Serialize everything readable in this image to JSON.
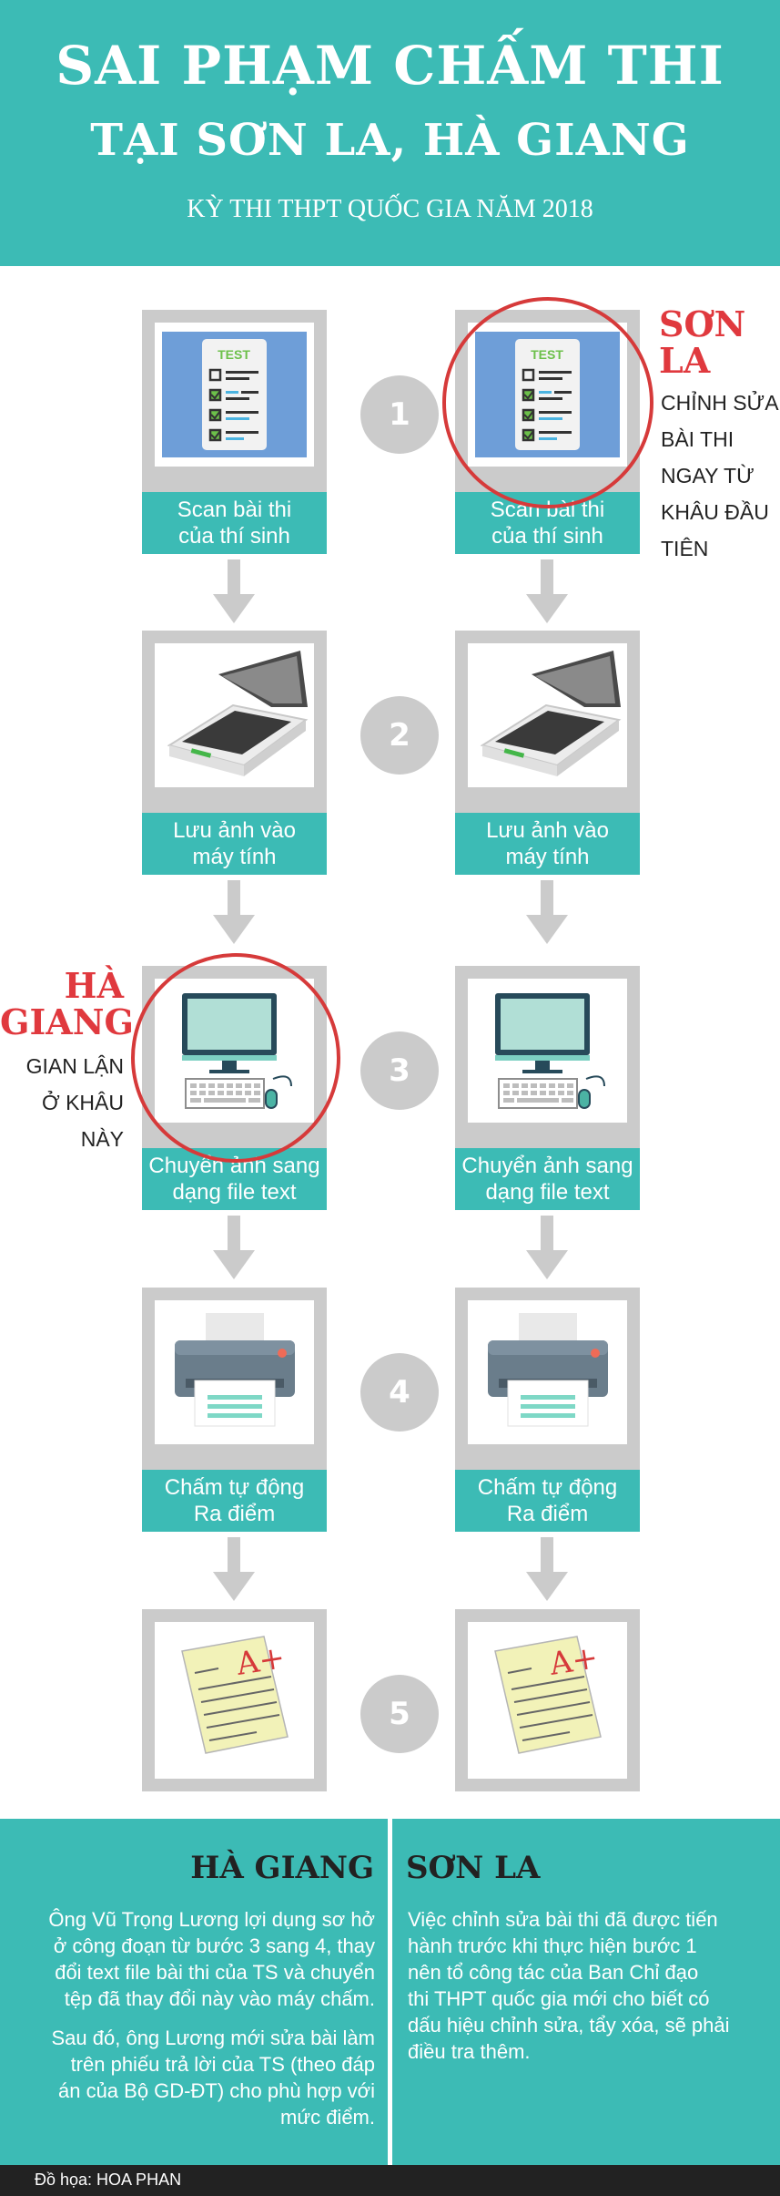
{
  "header": {
    "title_line1": "SAI PHẠM CHẤM THI",
    "title_line2": "TẠI SƠN LA, HÀ GIANG",
    "subtitle": "KỲ THI THPT QUỐC GIA NĂM 2018"
  },
  "icons": {
    "test_sheet_title": "TEST",
    "grade_text": "A+"
  },
  "steps": [
    {
      "number": "1",
      "label_line1": "Scan bài thi",
      "label_line2": "của thí sinh",
      "icon": "test-sheet-icon"
    },
    {
      "number": "2",
      "label_line1": "Lưu ảnh vào",
      "label_line2": "máy tính",
      "icon": "scanner-icon"
    },
    {
      "number": "3",
      "label_line1": "Chuyển ảnh sang",
      "label_line2": "dạng file text",
      "icon": "computer-icon"
    },
    {
      "number": "4",
      "label_line1": "Chấm tự động",
      "label_line2": "Ra điểm",
      "icon": "printer-icon"
    },
    {
      "number": "5",
      "label_line1": "",
      "label_line2": "",
      "icon": "graded-paper-icon"
    }
  ],
  "son_la_note": {
    "title_line1": "SƠN",
    "title_line2": "LA",
    "desc": [
      "CHỈNH SỬA",
      "BÀI THI",
      "NGAY TỪ",
      "KHÂU ĐẦU",
      "TIÊN"
    ]
  },
  "ha_giang_note": {
    "title_line1": "HÀ",
    "title_line2": "GIANG",
    "desc": [
      "GIAN LẬN",
      "Ở KHÂU",
      "NÀY"
    ]
  },
  "bottom": {
    "ha_giang_heading": "HÀ GIANG",
    "ha_giang_para1": [
      "Ông Vũ Trọng Lương lợi dụng sơ hở",
      "ở công đoạn từ bước 3 sang 4, thay",
      "đổi text file bài thi của TS và chuyển",
      "tệp đã thay đổi này vào máy chấm."
    ],
    "ha_giang_para2": [
      "Sau đó, ông Lương mới sửa bài làm",
      "trên phiếu trả lời của TS (theo đáp",
      "án của Bộ GD-ĐT) cho phù hợp với",
      "mức điểm."
    ],
    "son_la_heading": "SƠN LA",
    "son_la_para": [
      "Việc chỉnh sửa bài thi đã được tiến",
      "hành trước khi thực hiện bước 1",
      "nên tổ công tác của Ban Chỉ đạo",
      "thi THPT quốc gia mới cho biết có",
      "dấu hiệu chỉnh sửa, tẩy xóa, sẽ phải",
      "điều tra thêm."
    ]
  },
  "footer": {
    "credit": "Đồ họa: HOA PHAN"
  },
  "colors": {
    "teal": "#3cbbb5",
    "red": "#e0393e",
    "card_gray": "#cbcbcb"
  }
}
